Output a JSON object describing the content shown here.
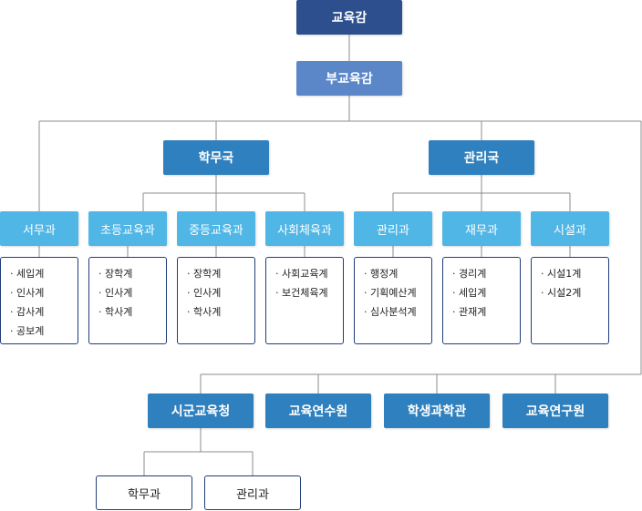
{
  "top": {
    "superintendent": "교육감",
    "deputy": "부교육감"
  },
  "bureaus": [
    {
      "name": "학무국"
    },
    {
      "name": "관리국"
    }
  ],
  "divisions": [
    {
      "name": "서무과",
      "items": [
        "세입계",
        "인사계",
        "감사계",
        "공보계"
      ]
    },
    {
      "name": "초등교육과",
      "items": [
        "장학계",
        "인사계",
        "학사계"
      ]
    },
    {
      "name": "중등교육과",
      "items": [
        "장학계",
        "인사계",
        "학사계"
      ]
    },
    {
      "name": "사회체육과",
      "items": [
        "사회교육계",
        "보건체육계"
      ]
    },
    {
      "name": "관리과",
      "items": [
        "행정계",
        "기획예산계",
        "심사분석계"
      ]
    },
    {
      "name": "재무과",
      "items": [
        "경리계",
        "세입계",
        "관재계"
      ]
    },
    {
      "name": "시설과",
      "items": [
        "시설1계",
        "시설2계"
      ]
    }
  ],
  "agencies": [
    {
      "name": "시군교육청"
    },
    {
      "name": "교육연수원"
    },
    {
      "name": "학생과학관"
    },
    {
      "name": "교육연구원"
    }
  ],
  "sub_offices": [
    {
      "name": "학무과"
    },
    {
      "name": "관리과"
    }
  ],
  "colors": {
    "superintendent": "#2d4f8e",
    "deputy": "#5b87c8",
    "bureau": "#2f80be",
    "division": "#4fb6e6",
    "agency": "#2f80be",
    "outline": "#1f3d7a",
    "connector": "#8c8c8c"
  }
}
